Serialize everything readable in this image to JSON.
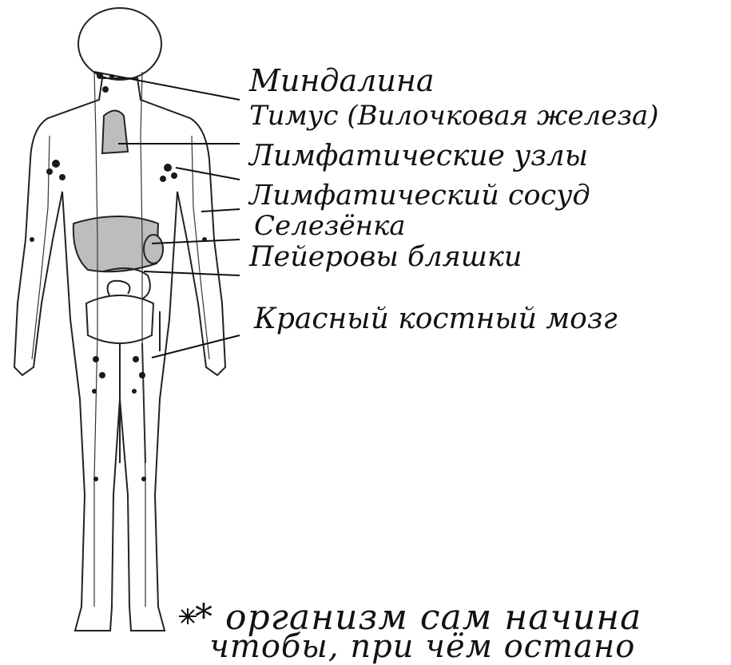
{
  "diagram": {
    "labels": [
      "Миндалина",
      "Тимус (Вилочковая железа)",
      "Лимфатические узлы",
      "Лимфатический сосуд",
      "Селезёнка",
      "Пейеровы бляшки",
      "Красный костный мозг"
    ],
    "note_line1": "* организм сам начина",
    "note_line2": "чтобы, при чём остано"
  },
  "colors": {
    "ink": "#111111",
    "organ_fill": "#bdbdbd",
    "node": "#1a1a1a",
    "bone": "#ffffff"
  }
}
